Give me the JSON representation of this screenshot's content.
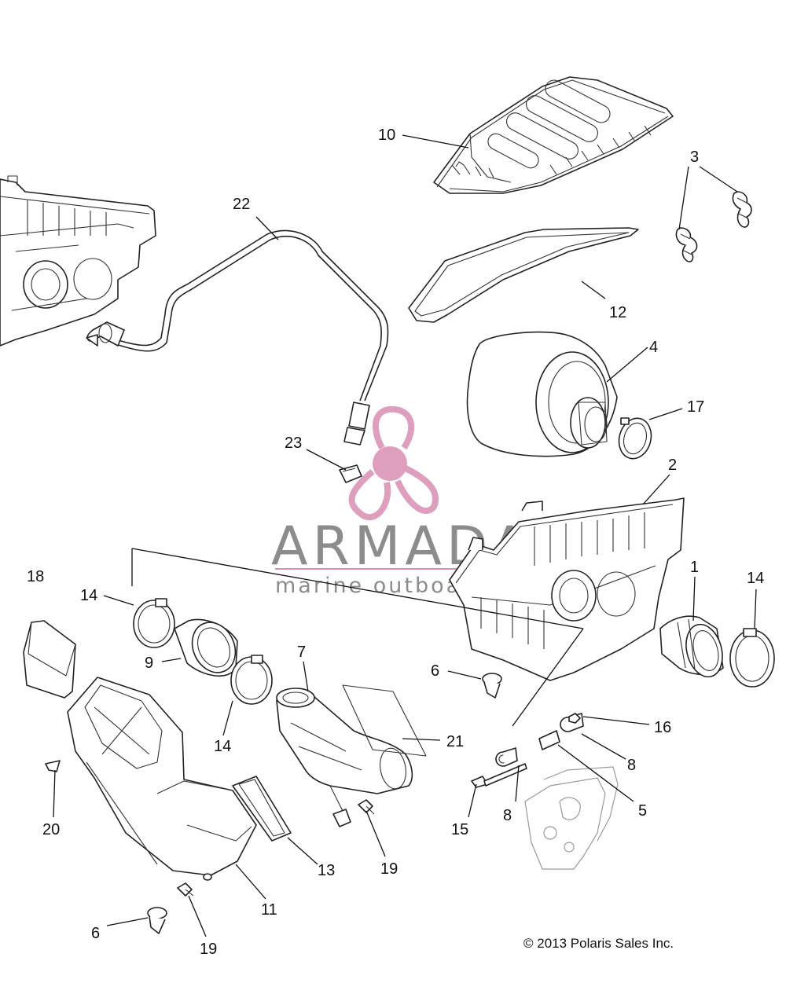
{
  "parts": [
    {
      "id": "p1",
      "number": "1"
    },
    {
      "id": "p2",
      "number": "2"
    },
    {
      "id": "p3",
      "number": "3"
    },
    {
      "id": "p4",
      "number": "4"
    },
    {
      "id": "p5",
      "number": "5"
    },
    {
      "id": "p6a",
      "number": "6"
    },
    {
      "id": "p6b",
      "number": "6"
    },
    {
      "id": "p7",
      "number": "7"
    },
    {
      "id": "p8a",
      "number": "8"
    },
    {
      "id": "p8b",
      "number": "8"
    },
    {
      "id": "p9",
      "number": "9"
    },
    {
      "id": "p10",
      "number": "10"
    },
    {
      "id": "p11",
      "number": "11"
    },
    {
      "id": "p12",
      "number": "12"
    },
    {
      "id": "p13",
      "number": "13"
    },
    {
      "id": "p14a",
      "number": "14"
    },
    {
      "id": "p14b",
      "number": "14"
    },
    {
      "id": "p14c",
      "number": "14"
    },
    {
      "id": "p15",
      "number": "15"
    },
    {
      "id": "p16",
      "number": "16"
    },
    {
      "id": "p17",
      "number": "17"
    },
    {
      "id": "p18",
      "number": "18"
    },
    {
      "id": "p19a",
      "number": "19"
    },
    {
      "id": "p19b",
      "number": "19"
    },
    {
      "id": "p20",
      "number": "20"
    },
    {
      "id": "p21",
      "number": "21"
    },
    {
      "id": "p22",
      "number": "22"
    },
    {
      "id": "p23",
      "number": "23"
    }
  ],
  "watermark": {
    "brand": "ARMADA",
    "tagline": "marine outboards",
    "color": "#d98fb4"
  },
  "copyright": "© 2013 Polaris Sales Inc.",
  "colors": {
    "line": "#111111",
    "ghost": "#9a9a9a",
    "background": "#ffffff"
  }
}
